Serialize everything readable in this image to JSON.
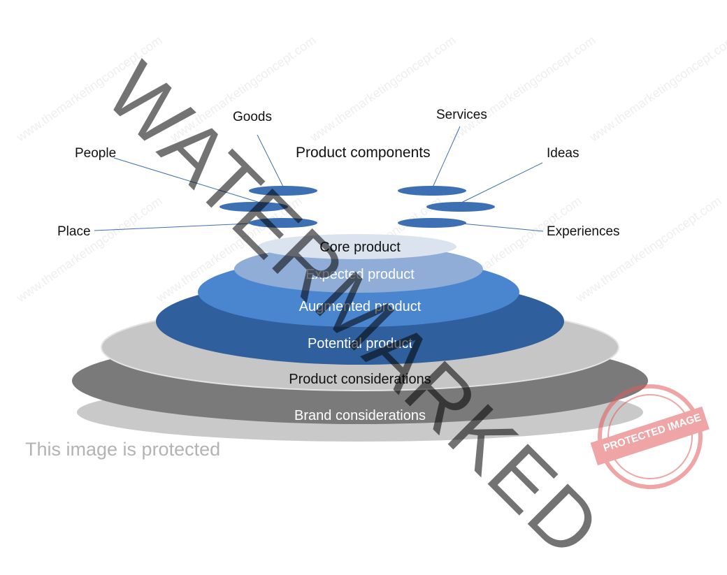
{
  "diagram": {
    "center_heading": "Product components",
    "category_labels": {
      "goods": "Goods",
      "services": "Services",
      "people": "People",
      "ideas": "Ideas",
      "place": "Place",
      "experiences": "Experiences"
    },
    "rings": [
      {
        "label": "Core product",
        "color": "#dbe3ef"
      },
      {
        "label": "Expected product",
        "color": "#8fadd6"
      },
      {
        "label": "Augmented product",
        "color": "#4a86d0"
      },
      {
        "label": "Potential product",
        "color": "#2f5f9c"
      },
      {
        "label": "Product considerations",
        "color": "#c6c6c6"
      },
      {
        "label": "Brand considerations",
        "color": "#7a7a7a"
      }
    ],
    "accent_color": "#3d6fb3"
  },
  "overlay": {
    "watermark_text": "WATERMARKED",
    "protected_note": "This image is protected",
    "stamp_text": "PROTECTED IMAGE",
    "background_watermark_text": "www.themarketingconcept.com"
  }
}
